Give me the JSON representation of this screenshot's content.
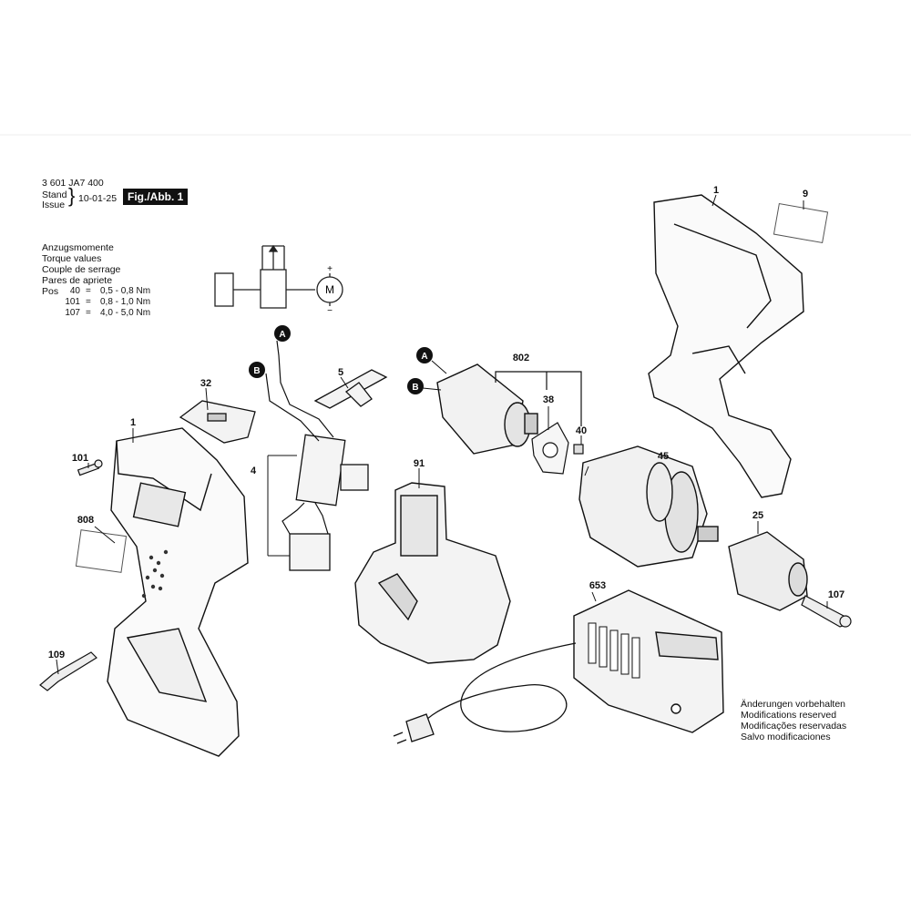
{
  "header": {
    "part_number": "3 601 JA7 400",
    "stand_label": "Stand",
    "issue_label": "Issue",
    "date": "10-01-25",
    "figure_label": "Fig./Abb. 1"
  },
  "torque": {
    "lines": [
      "Anzugsmomente",
      "Torque values",
      "Couple de serrage",
      "Pares de apriete"
    ],
    "pos_label": "Pos",
    "rows": [
      {
        "pos": "40",
        "eq": "=",
        "value": "0,5 - 0,8 Nm"
      },
      {
        "pos": "101",
        "eq": "=",
        "value": "0,8 - 1,0 Nm"
      },
      {
        "pos": "107",
        "eq": "=",
        "value": "4,0 - 5,0 Nm"
      }
    ]
  },
  "schematic": {
    "motor_symbol": "M",
    "plus": "+",
    "minus": "−"
  },
  "callouts": {
    "c1a": "1",
    "c1b": "1",
    "c9": "9",
    "c32": "32",
    "c5": "5",
    "c4": "4",
    "c101": "101",
    "c808": "808",
    "c109": "109",
    "c802": "802",
    "c38": "38",
    "c40": "40",
    "c45": "45",
    "c91": "91",
    "c25": "25",
    "c107": "107",
    "c653": "653",
    "markA1": "A",
    "markB1": "B",
    "markA2": "A",
    "markB2": "B"
  },
  "notes": [
    "Änderungen vorbehalten",
    "Modifications reserved",
    "Modificações reservadas",
    "Salvo modificaciones"
  ]
}
